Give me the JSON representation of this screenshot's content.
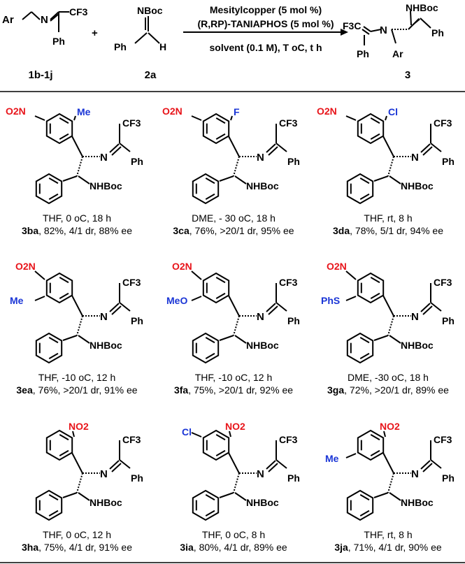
{
  "scheme": {
    "reactant1_label": "1b-1j",
    "reactant2_label": "2a",
    "product_label": "3",
    "plus": "+",
    "catalyst_line1": "Mesitylcopper (5 mol %)",
    "catalyst_line2": "(R,RP)-TANIAPHOS (5 mol %)",
    "conditions": "solvent (0.1 M), T oC, t h",
    "r1_groups": {
      "ar": "Ar",
      "n": "N",
      "cf3": "CF3",
      "ph": "Ph"
    },
    "r2_groups": {
      "nboc": "NBoc",
      "ph": "Ph",
      "h": "H"
    },
    "p_groups": {
      "nhboc": "NHBoc",
      "cf3": "F3C",
      "n": "N",
      "ph1": "Ph",
      "ph2": "Ph",
      "ar": "Ar"
    }
  },
  "products": [
    {
      "id": "3ba",
      "substituents": [
        {
          "text": "O2N",
          "color": "#e8141a"
        },
        {
          "text": "Me",
          "color": "#1a35d6"
        }
      ],
      "condition": "THF, 0 oC, 18 h",
      "result": "3ba, 82%, 4/1 dr, 88% ee"
    },
    {
      "id": "3ca",
      "substituents": [
        {
          "text": "O2N",
          "color": "#e8141a"
        },
        {
          "text": "F",
          "color": "#1a35d6"
        }
      ],
      "condition": "DME, - 30 oC, 18 h",
      "result": "3ca, 76%, >20/1 dr, 95% ee"
    },
    {
      "id": "3da",
      "substituents": [
        {
          "text": "O2N",
          "color": "#e8141a"
        },
        {
          "text": "Cl",
          "color": "#1a35d6"
        }
      ],
      "condition": "THF, rt, 8 h",
      "result": "3da, 78%, 5/1 dr, 94% ee"
    },
    {
      "id": "3ea",
      "substituents": [
        {
          "text": "O2N",
          "color": "#e8141a"
        },
        {
          "text": "Me",
          "color": "#1a35d6"
        }
      ],
      "condition": "THF, -10 oC, 12 h",
      "result": "3ea, 76%, >20/1 dr, 91% ee"
    },
    {
      "id": "3fa",
      "substituents": [
        {
          "text": "O2N",
          "color": "#e8141a"
        },
        {
          "text": "MeO",
          "color": "#1a35d6"
        }
      ],
      "condition": "THF, -10 oC, 12 h",
      "result": "3fa, 75%, >20/1 dr, 92% ee"
    },
    {
      "id": "3ga",
      "substituents": [
        {
          "text": "O2N",
          "color": "#e8141a"
        },
        {
          "text": "PhS",
          "color": "#1a35d6"
        }
      ],
      "condition": "DME, -30 oC, 18 h",
      "result": "3ga, 72%, >20/1 dr, 89% ee"
    },
    {
      "id": "3ha",
      "substituents": [
        {
          "text": "NO2",
          "color": "#e8141a"
        }
      ],
      "condition": "THF, 0 oC, 12 h",
      "result": "3ha, 75%, 4/1 dr, 91% ee"
    },
    {
      "id": "3ia",
      "substituents": [
        {
          "text": "Cl",
          "color": "#1a35d6"
        },
        {
          "text": "NO2",
          "color": "#e8141a"
        }
      ],
      "condition": "THF, 0 oC, 8 h",
      "result": "3ia, 80%, 4/1 dr, 89% ee"
    },
    {
      "id": "3ja",
      "substituents": [
        {
          "text": "NO2",
          "color": "#e8141a"
        },
        {
          "text": "Me",
          "color": "#1a35d6"
        }
      ],
      "condition": "THF, rt, 8 h",
      "result": "3ja, 71%, 4/1 dr, 90% ee"
    }
  ],
  "common_groups": {
    "cf3": "CF3",
    "n": "N",
    "ph": "Ph",
    "nhboc": "NHBoc"
  }
}
